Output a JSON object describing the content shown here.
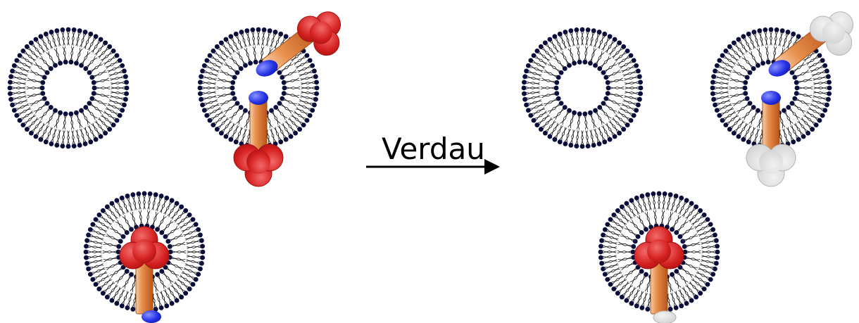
{
  "arrow_label": "Verdau",
  "colors": {
    "background": "#ffffff",
    "headgroup": "#0b0d3a",
    "tail": "#111111",
    "domain_active": "#d11f1f",
    "domain_digested": "#dcdcdc",
    "stalk": "#e07f3a",
    "anchor": "#1f2ee0",
    "arrow": "#000000"
  },
  "before": {
    "vesicles": [
      {
        "name": "vesicle-empty",
        "proteins": []
      },
      {
        "name": "vesicle-two-proteins",
        "proteins": [
          "outward-upper-right",
          "outward-down"
        ]
      },
      {
        "name": "vesicle-inner-protein",
        "proteins": [
          "inward"
        ]
      }
    ]
  },
  "after": {
    "vesicles": [
      {
        "name": "vesicle-empty",
        "proteins": []
      },
      {
        "name": "vesicle-two-proteins-digested",
        "proteins": [
          "outward-upper-right-digested",
          "outward-down-digested"
        ]
      },
      {
        "name": "vesicle-inner-protein-protected",
        "proteins": [
          "inward"
        ]
      }
    ]
  }
}
